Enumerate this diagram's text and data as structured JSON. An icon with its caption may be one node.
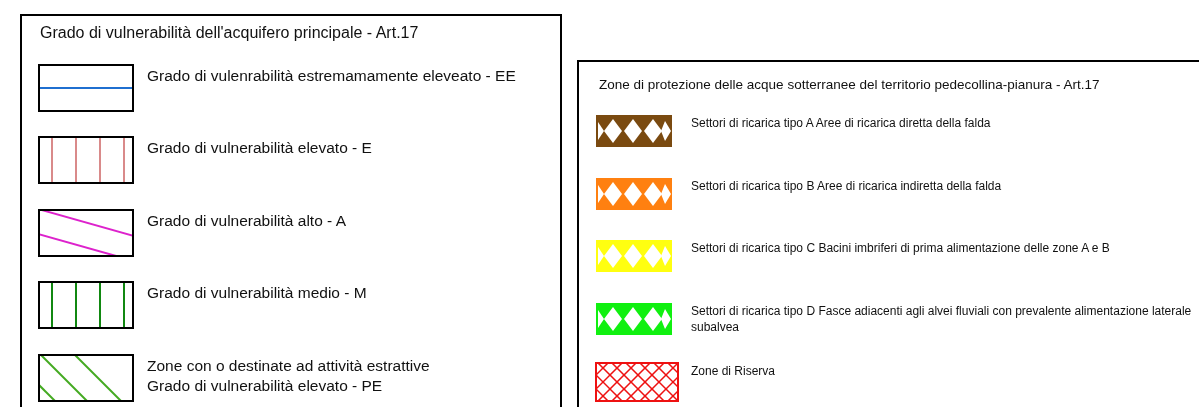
{
  "diagram": {
    "nodes": [
      {
        "text": [
          "Grado di vulnerabilità dell'acquifero principale - Art.17"
        ]
      },
      {
        "text": [
          "Zone di protezione delle acque sotterranee del territorio pedecollina-pianura - Art.17"
        ]
      }
    ],
    "legend": [
      {
        "text": "Grado di vulenrabilità estremamamente eleveato - EE"
      },
      {
        "text": "Grado di vulnerabilità elevato - E"
      },
      {
        "text": "Grado di vulnerabilità alto - A"
      },
      {
        "text": "Grado di vulnerabilità medio - M"
      },
      {
        "text": "Zone con o destinate ad attività estrattive Grado di vulnerabilità elevato - PE"
      },
      {
        "text": "Settori di ricarica tipo A Aree di ricarica diretta della falda",
        "color": "#7a4a10"
      },
      {
        "text": "Settori di ricarica tipo B Aree di ricarica indiretta della falda",
        "color": "#ff8010"
      },
      {
        "text": "Settori di ricarica tipo C Bacini imbriferi di prima alimentazione delle zone A e B",
        "color": "#ffff10"
      },
      {
        "text": "Settori di ricarica tipo D Fasce adiacenti agli alvei fluviali con prevalente alimentazione laterale subalvea",
        "color": "#10f010"
      },
      {
        "text": "Zone di Riserva"
      }
    ]
  }
}
